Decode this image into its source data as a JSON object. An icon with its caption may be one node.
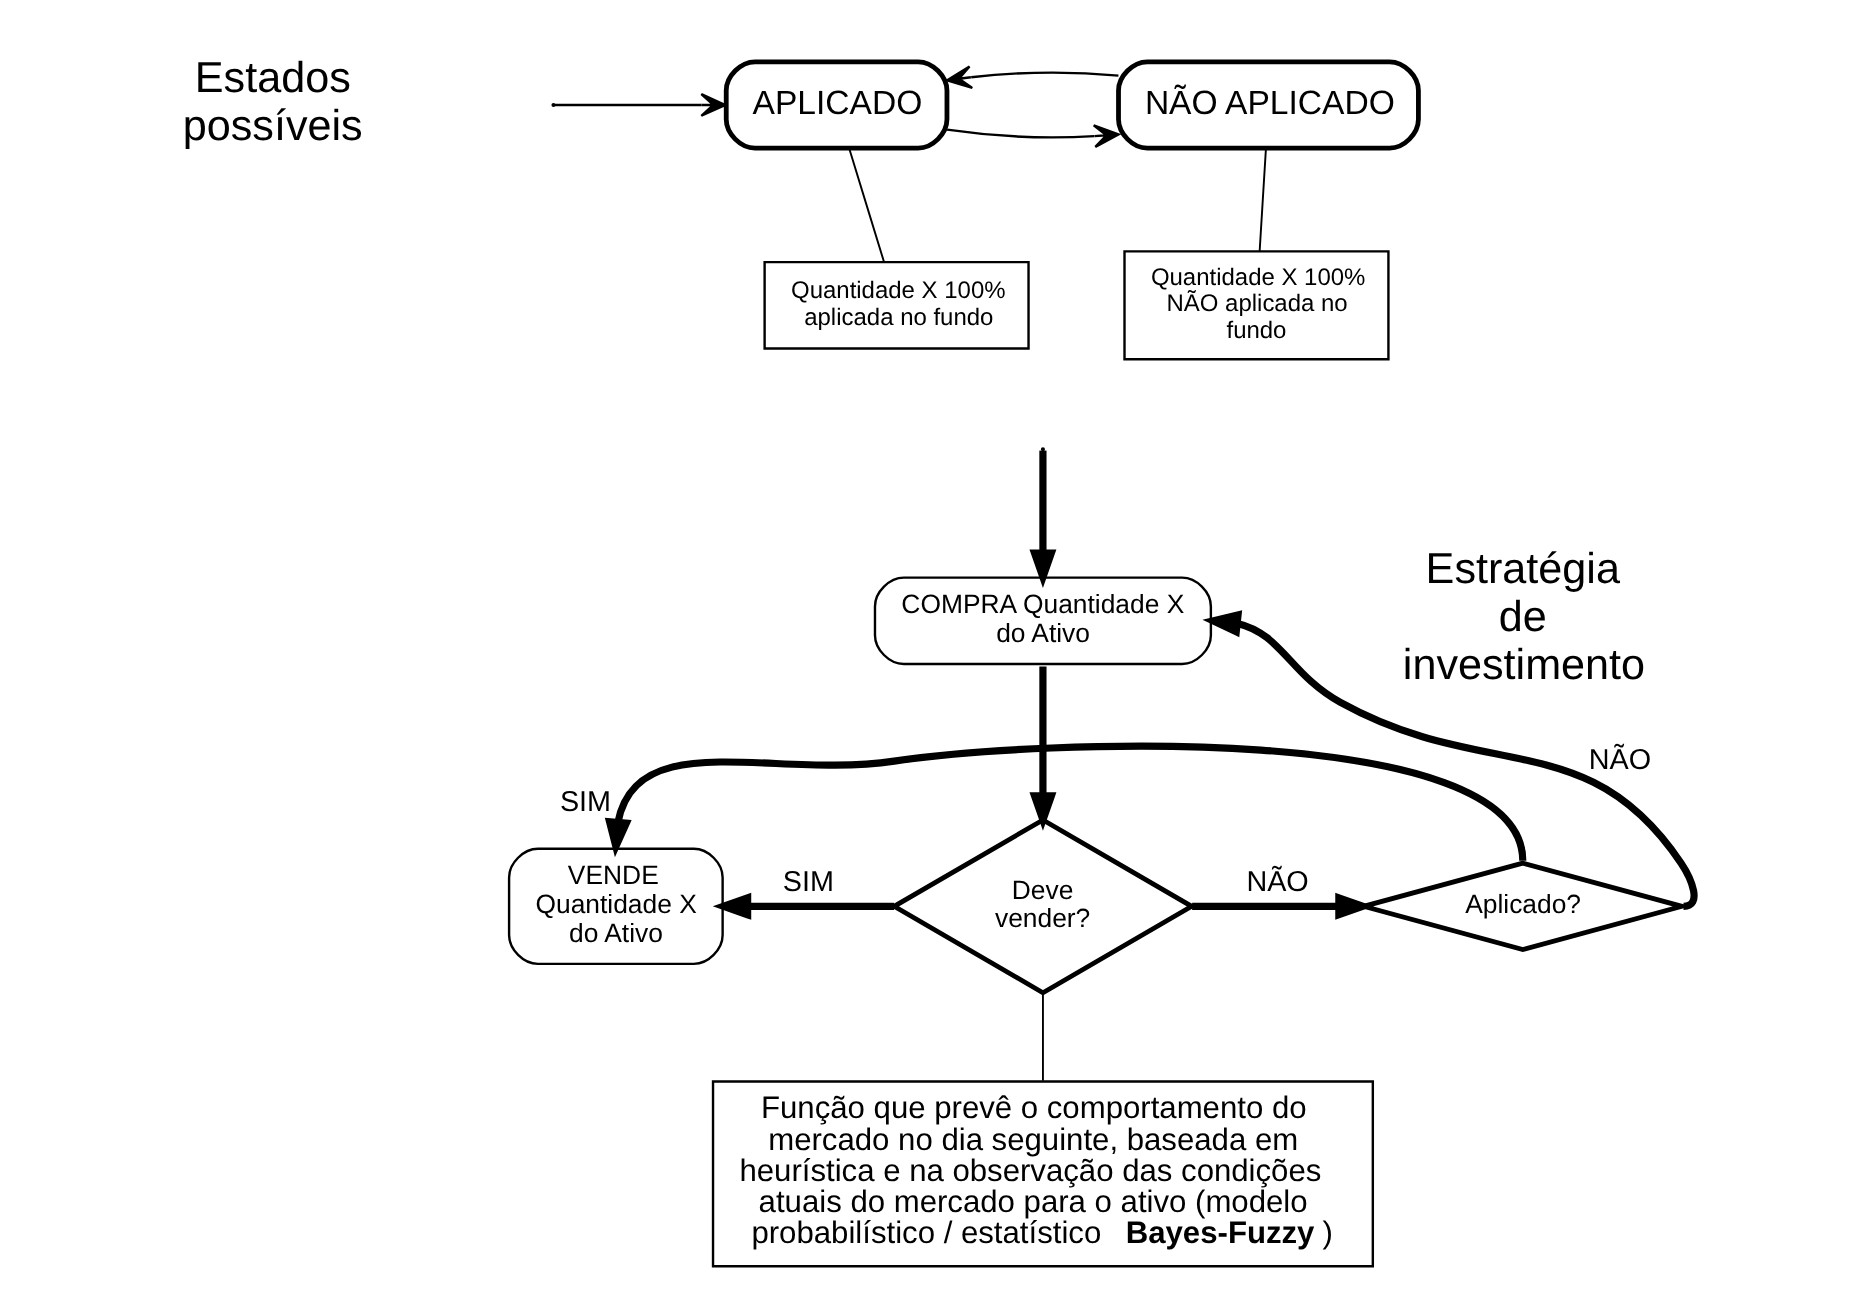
{
  "diagram": {
    "nodes": [
      {
        "text": [
          "APLICADO"
        ]
      },
      {
        "text": [
          "NÃO APLICADO"
        ]
      },
      {
        "text": [
          "Quantidade X 100% aplicada no fundo"
        ]
      },
      {
        "text": [
          "Quantidade X 100% NÃO aplicada no fundo"
        ]
      },
      {
        "text": [
          "COMPRA Quantidade X do Ativo"
        ]
      },
      {
        "text": [
          "VENDE Quantidade X do Ativo"
        ]
      },
      {
        "text": [
          "Deve vender?"
        ]
      },
      {
        "text": [
          "Aplicado?"
        ]
      },
      {
        "text": [
          "Função que prevê o comportamento do mercado no dia seguinte, baseada em heurística e na observação das condições atuais do mercado para o ativo (modelo probabilístico / estatístico **Bayes-Fuzzy**)"
        ]
      }
    ],
    "edges": [
      {
        "from": null,
        "to": 0,
        "arrow": "to"
      },
      {
        "from": 0,
        "to": 1,
        "arrow": "to"
      },
      {
        "from": 1,
        "to": 0,
        "arrow": "to"
      },
      {
        "from": 2,
        "to": 0,
        "arrow": "none"
      },
      {
        "from": 3,
        "to": 1,
        "arrow": "none"
      },
      {
        "from": null,
        "to": 4,
        "arrow": "to",
        "style": "thick"
      },
      {
        "from": 4,
        "to": 6,
        "arrow": "to",
        "style": "thick"
      },
      {
        "from": 6,
        "to": 5,
        "arrow": "to",
        "label": "SIM",
        "style": "thick"
      },
      {
        "from": 6,
        "to": 7,
        "arrow": "to",
        "label": "NÃO",
        "style": "thick"
      },
      {
        "from": 7,
        "to": 5,
        "arrow": "to",
        "label": "SIM",
        "style": "thick"
      },
      {
        "from": 7,
        "to": 4,
        "arrow": "to",
        "label": "NÃO",
        "style": "thick"
      },
      {
        "from": 8,
        "to": 6,
        "arrow": "none"
      }
    ],
    "labels": [
      "Estados possíveis",
      "Estratégia de investimento"
    ]
  }
}
